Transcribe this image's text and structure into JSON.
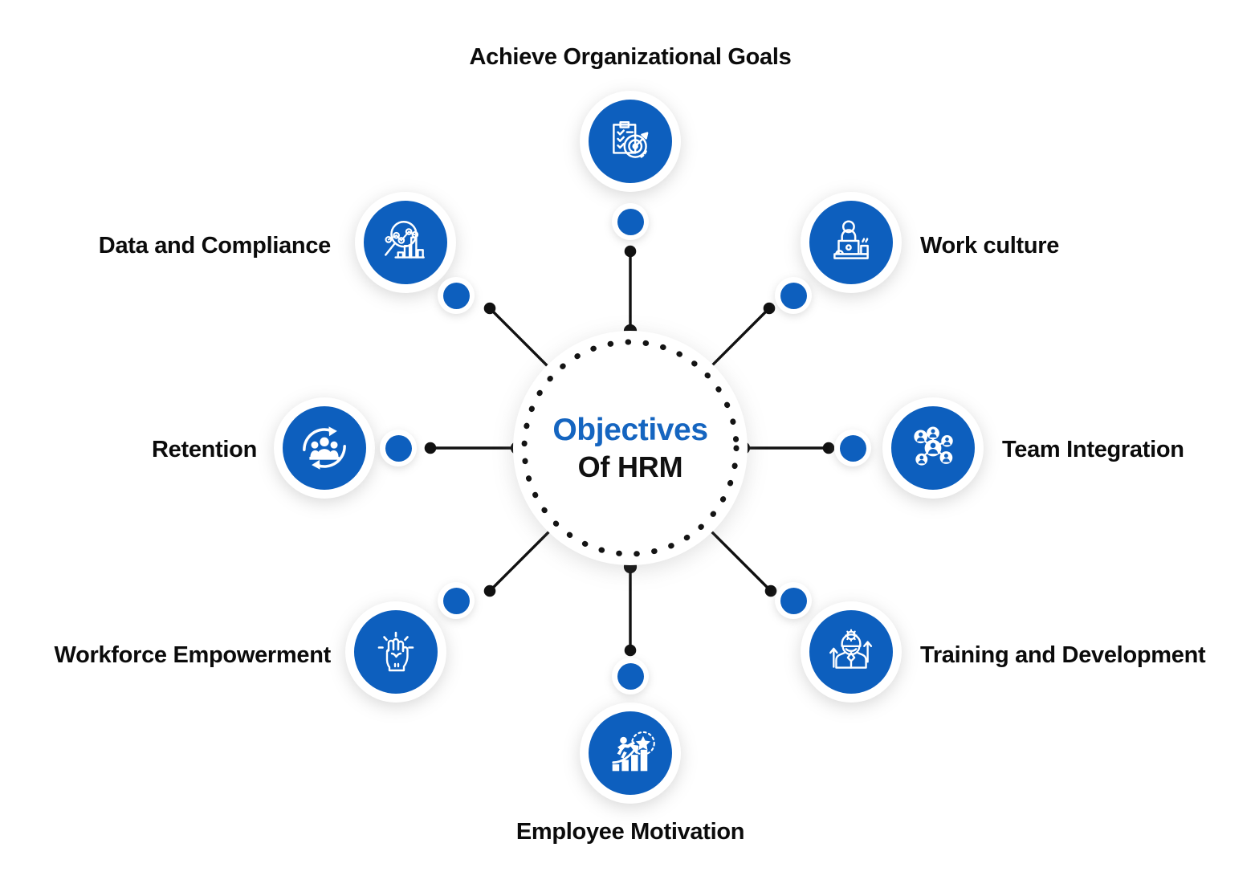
{
  "center": {
    "line1": "Objectives",
    "line2": "Of HRM",
    "line1_color": "#1565C0",
    "line2_color": "#111111"
  },
  "theme": {
    "accent": "#0D5FBE",
    "background": "#FFFFFF",
    "line_color": "#111111",
    "label_color": "#0B0B0B"
  },
  "nodes": [
    {
      "id": "achieve-organizational-goals",
      "label": "Achieve Organizational Goals",
      "icon": "clipboard-target-icon",
      "position": "top",
      "label_align": "center"
    },
    {
      "id": "work-culture",
      "label": "Work culture",
      "icon": "desk-laptop-person-icon",
      "position": "top-right",
      "label_align": "right"
    },
    {
      "id": "team-integration",
      "label": "Team Integration",
      "icon": "people-network-icon",
      "position": "right",
      "label_align": "right"
    },
    {
      "id": "training-and-development",
      "label": "Training and Development",
      "icon": "person-gear-arrows-icon",
      "position": "bottom-right",
      "label_align": "right"
    },
    {
      "id": "employee-motivation",
      "label": "Employee Motivation",
      "icon": "growth-runner-star-icon",
      "position": "bottom",
      "label_align": "center"
    },
    {
      "id": "workforce-empowerment",
      "label": "Workforce Empowerment",
      "icon": "raised-fist-icon",
      "position": "bottom-left",
      "label_align": "left"
    },
    {
      "id": "retention",
      "label": "Retention",
      "icon": "recycle-people-icon",
      "position": "left",
      "label_align": "left"
    },
    {
      "id": "data-and-compliance",
      "label": "Data and Compliance",
      "icon": "magnifier-analytics-icon",
      "position": "top-left",
      "label_align": "left"
    }
  ]
}
